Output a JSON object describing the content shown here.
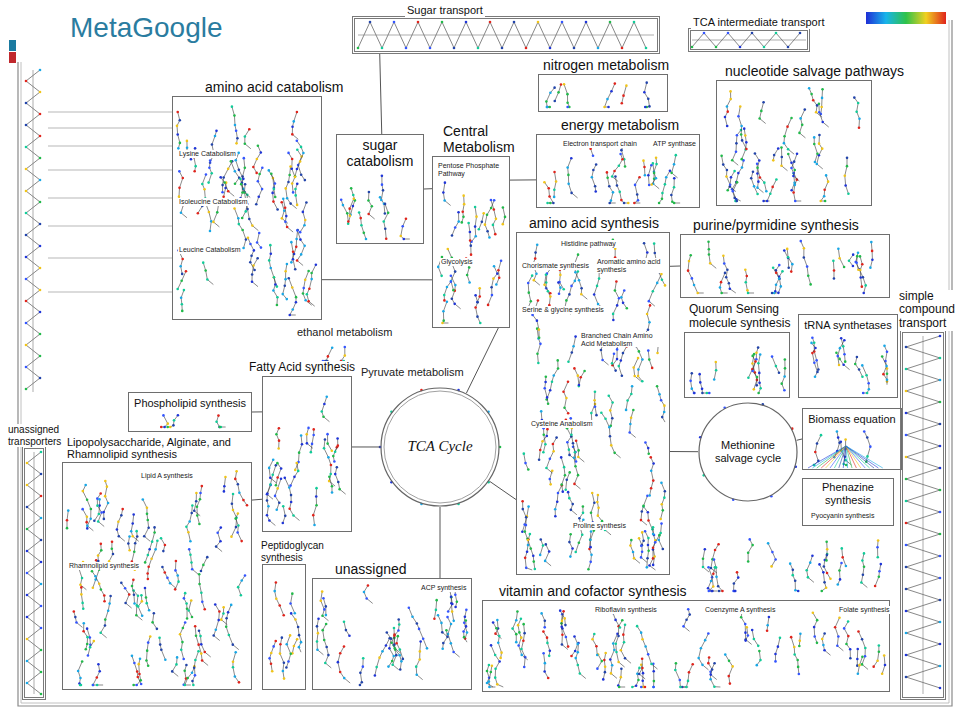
{
  "diagram": {
    "title": "MetaGoogle",
    "nodes": [
      {
        "text": [
          "Sugar transport"
        ]
      },
      {
        "text": [
          "TCA intermediate transport"
        ]
      },
      {
        "text": [
          "nitrogen metabolism"
        ]
      },
      {
        "text": [
          "nucleotide salvage pathways"
        ]
      },
      {
        "text": [
          "amino acid catabolism"
        ]
      },
      {
        "text": [
          "sugar catabolism"
        ]
      },
      {
        "text": [
          "Central Metabolism"
        ]
      },
      {
        "text": [
          "energy metabolism"
        ]
      },
      {
        "text": [
          "amino acid synthesis"
        ]
      },
      {
        "text": [
          "purine/pyrmidine synthesis"
        ]
      },
      {
        "text": [
          "simple compound transport"
        ]
      },
      {
        "text": [
          "Quorum Sensing molecule synthesis"
        ]
      },
      {
        "text": [
          "tRNA synthetases"
        ]
      },
      {
        "text": [
          "Phospholipid synthesis"
        ]
      },
      {
        "text": [
          "Fatty Acid synthesis"
        ]
      },
      {
        "text": [
          "TCA Cycle"
        ]
      },
      {
        "text": [
          "Methionine salvage cycle"
        ]
      },
      {
        "text": [
          "Biomass equation"
        ]
      },
      {
        "text": [
          "Phenazine synthesis"
        ]
      },
      {
        "text": [
          "unassigned transporters"
        ]
      },
      {
        "text": [
          "Lipopolysaccharide, Alginate, and Rhamnolipid synthesis"
        ]
      },
      {
        "text": [
          "Peptidoglycan synthesis"
        ]
      },
      {
        "text": [
          "unassigned"
        ]
      },
      {
        "text": [
          "vitamin and cofactor synthesis"
        ]
      }
    ],
    "edges": [
      {
        "from": 6,
        "to": 15,
        "arrow": "none"
      },
      {
        "from": 8,
        "to": 15,
        "arrow": "none"
      },
      {
        "from": 14,
        "to": 15,
        "arrow": "none"
      },
      {
        "from": 4,
        "to": 6,
        "arrow": "none"
      },
      {
        "from": 5,
        "to": 6,
        "arrow": "none"
      },
      {
        "from": 0,
        "to": 5,
        "arrow": "none"
      },
      {
        "from": 13,
        "to": 14,
        "arrow": "none"
      },
      {
        "from": 20,
        "to": 14,
        "arrow": "none"
      },
      {
        "from": 8,
        "to": 9,
        "arrow": "none"
      },
      {
        "from": 8,
        "to": 16,
        "arrow": "none"
      },
      {
        "from": 7,
        "to": 6,
        "arrow": "none"
      },
      {
        "from": 16,
        "to": 17,
        "arrow": "none"
      },
      {
        "from": 15,
        "to": 22,
        "arrow": "none"
      }
    ],
    "labels": [
      "ethanol metabolism",
      "Pyruvate metabolism",
      "Lysine Catabolism",
      "Isoleucine Catabolism",
      "Leucine Catabolism",
      "Pentose Phosphate Pathway",
      "Glycolysis",
      "Electron transport chain",
      "ATP synthase",
      "Histidine pathway",
      "Chorismate synthesis",
      "Aromatic amino acid synthesis",
      "Serine & glycine synthesis",
      "Branched Chain Amino Acid Metabolism",
      "Cysteine Anabolism",
      "Proline synthesis",
      "Lipid A synthesis",
      "Rhamnolipid synthesis",
      "Pyocyanin synthesis",
      "ACP synthesis",
      "Riboflavin synthesis",
      "Coenzyme A synthesis",
      "Folate synthesis"
    ]
  }
}
